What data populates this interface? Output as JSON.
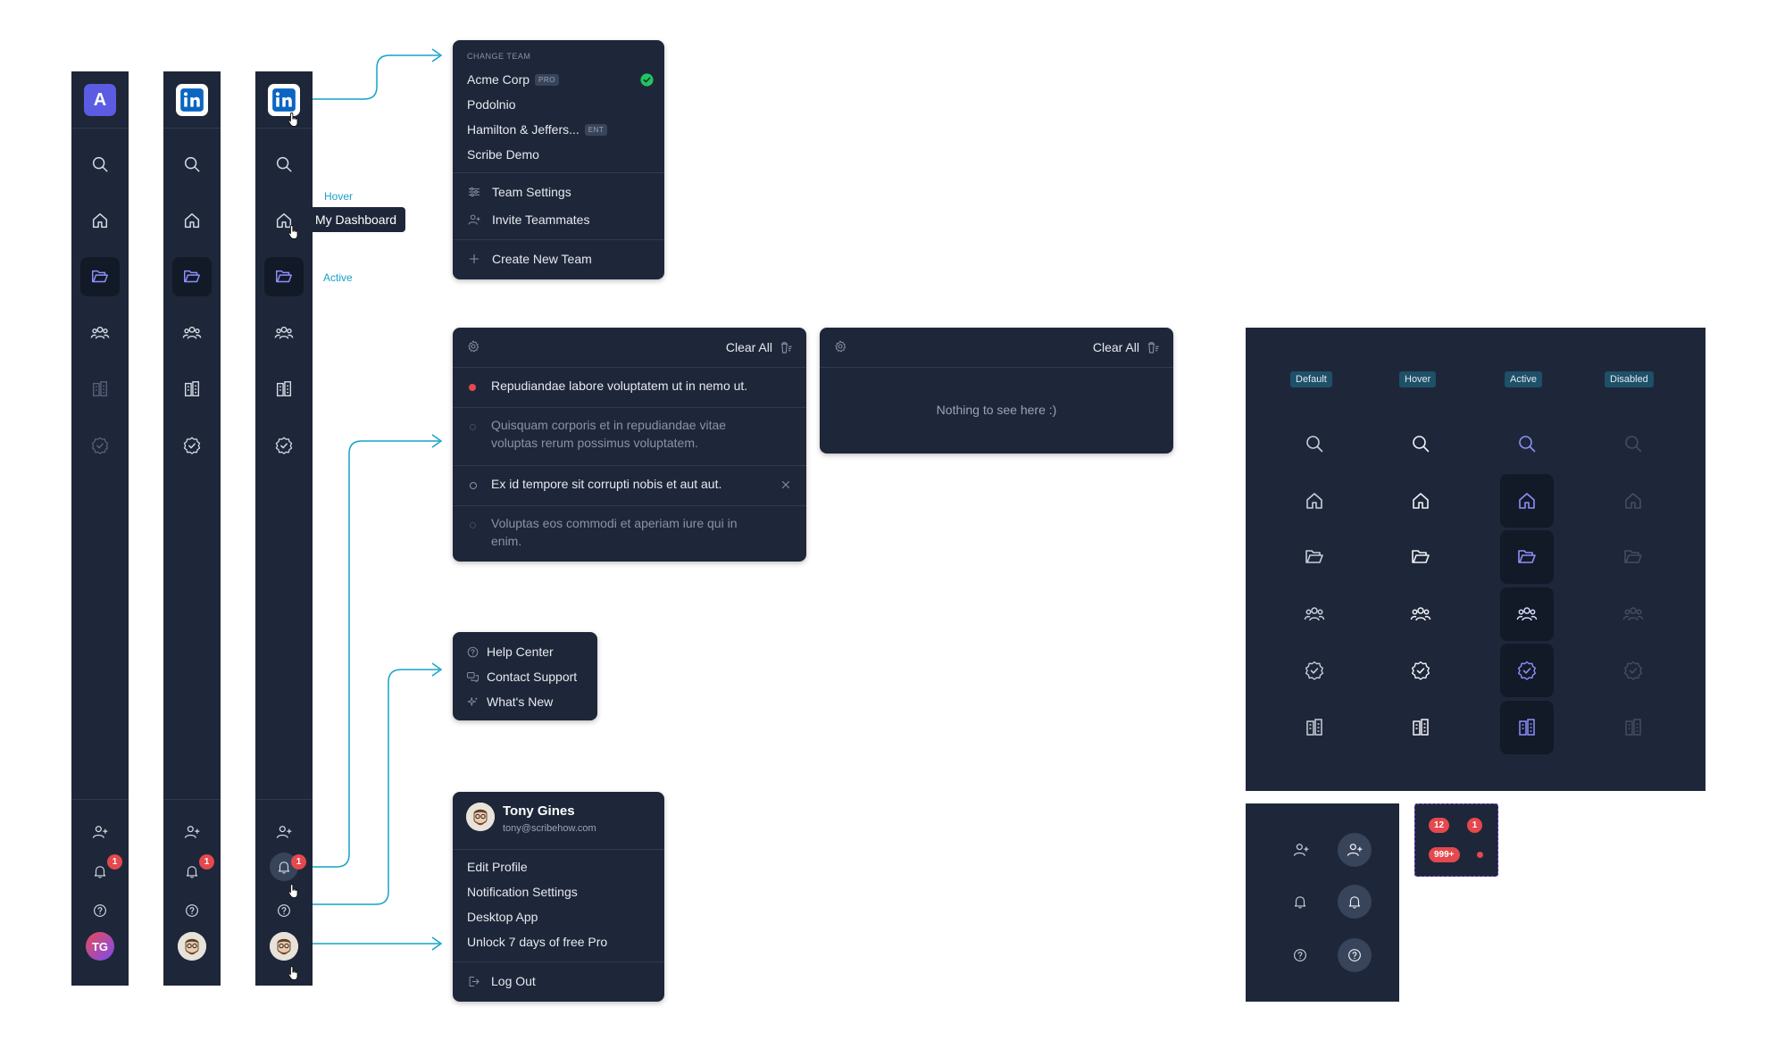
{
  "annotations": {
    "hover": "Hover",
    "active": "Active",
    "tooltip": "My Dashboard"
  },
  "sidebar": {
    "badge_count": "1",
    "avatar_initials": "TG",
    "logo_letter": "A"
  },
  "team_menu": {
    "header": "CHANGE TEAM",
    "teams": [
      {
        "name": "Acme Corp",
        "tag": "PRO",
        "selected": true
      },
      {
        "name": "Podolnio",
        "tag": "",
        "selected": false
      },
      {
        "name": "Hamilton & Jeffers...",
        "tag": "ENT",
        "selected": false
      },
      {
        "name": "Scribe Demo",
        "tag": "",
        "selected": false
      }
    ],
    "team_settings": "Team Settings",
    "invite_teammates": "Invite Teammates",
    "create_new_team": "Create New Team"
  },
  "notifications": {
    "clear_all": "Clear All",
    "items": [
      {
        "text": "Repudiandae labore voluptatem ut in nemo ut.",
        "unread": true
      },
      {
        "text": "Quisquam corporis et in repudiandae vitae voluptas rerum possimus voluptatem.",
        "unread": false
      },
      {
        "text": "Ex id tempore sit corrupti nobis et aut aut.",
        "unread": false
      },
      {
        "text": "Voluptas eos commodi et aperiam iure qui in enim.",
        "unread": false
      }
    ],
    "empty_clear_all": "Clear All",
    "empty_text": "Nothing to see here :)"
  },
  "help_menu": {
    "help_center": "Help Center",
    "contact_support": "Contact Support",
    "whats_new": "What's New"
  },
  "profile_menu": {
    "name": "Tony Gines",
    "email": "tony@scribehow.com",
    "edit_profile": "Edit Profile",
    "notification_settings": "Notification Settings",
    "desktop_app": "Desktop App",
    "unlock_pro": "Unlock 7 days of free Pro",
    "log_out": "Log Out"
  },
  "states": {
    "default": "Default",
    "hover": "Hover",
    "active": "Active",
    "disabled": "Disabled"
  },
  "badges": {
    "count_12": "12",
    "count_1": "1",
    "count_999": "999+"
  },
  "colors": {
    "sidebar_bg": "#1e2739",
    "accent": "#7b7ff6",
    "connector": "#17a2c8",
    "badge": "#e5484d",
    "success": "#22c55e"
  }
}
